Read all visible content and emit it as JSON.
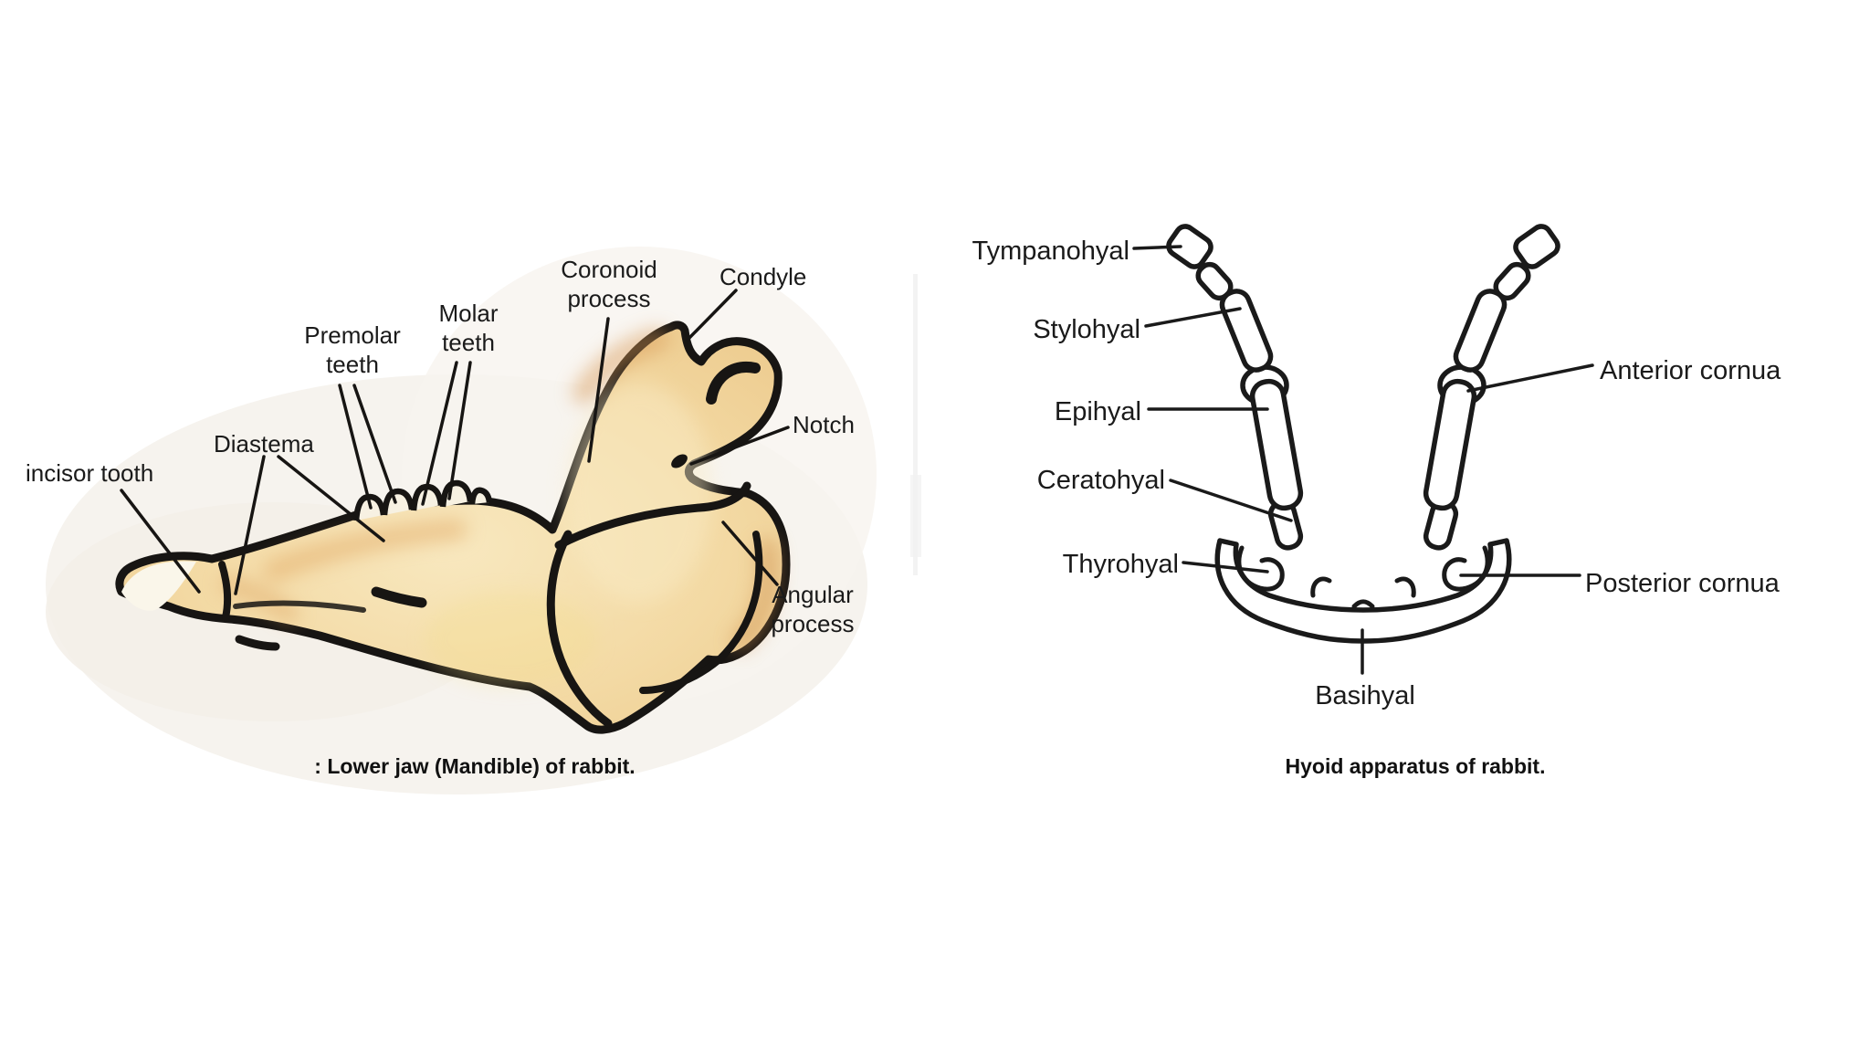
{
  "figures": {
    "mandible": {
      "caption": ": Lower jaw (Mandible) of rabbit.",
      "labels": {
        "incisor_tooth": "incisor tooth",
        "diastema": "Diastema",
        "premolar_teeth": "Premolar\nteeth",
        "molar_teeth": "Molar\nteeth",
        "coronoid_process": "Coronoid\nprocess",
        "condyle": "Condyle",
        "notch": "Notch",
        "angular_process": "Angular\nprocess"
      },
      "colors": {
        "bone_fill": "#f3d9a3",
        "bone_highlight": "#f9ecc8",
        "bone_shade": "#d89a56",
        "outline": "#171513"
      }
    },
    "hyoid": {
      "caption": "Hyoid apparatus of rabbit.",
      "labels": {
        "tympanohyal": "Tympanohyal",
        "stylohyal": "Stylohyal",
        "epihyal": "Epihyal",
        "ceratohyal": "Ceratohyal",
        "thyrohyal": "Thyrohyal",
        "anterior_cornua": "Anterior cornua",
        "posterior_cornua": "Posterior cornua",
        "basihyal": "Basihyal"
      },
      "colors": {
        "line": "#1a1a1a",
        "fill": "#ffffff"
      }
    }
  }
}
